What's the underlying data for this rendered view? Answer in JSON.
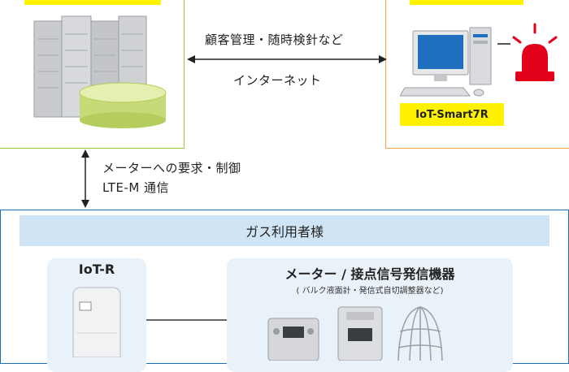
{
  "connection_top": {
    "line1": "顧客管理・随時検針など",
    "line2": "インターネット"
  },
  "client_device": {
    "model": "IoT-Smart7R"
  },
  "connection_vertical": {
    "line1": "メーターへの要求・制御",
    "line2": "LTE-M 通信"
  },
  "users_section": {
    "title": "ガス利用者様"
  },
  "iot_r_panel": {
    "title": "IoT-R"
  },
  "meter_panel": {
    "title": "メーター / 接点信号発信機器",
    "note": "( バルク液面計・発信式自切調整器など)"
  },
  "colors": {
    "server_box_border": "#9cc83a",
    "client_box_border": "#f0a64a",
    "label_yellow": "#fff200",
    "users_bar": "#cfe5f5",
    "bottom_frame": "#1b6fb5",
    "alarm_red": "#e2001a"
  },
  "icons": [
    "server-rack-icon",
    "database-icon",
    "desktop-pc-icon",
    "alarm-light-icon",
    "iot-r-device-icon",
    "gas-meter-icon",
    "bulk-gauge-icon"
  ]
}
